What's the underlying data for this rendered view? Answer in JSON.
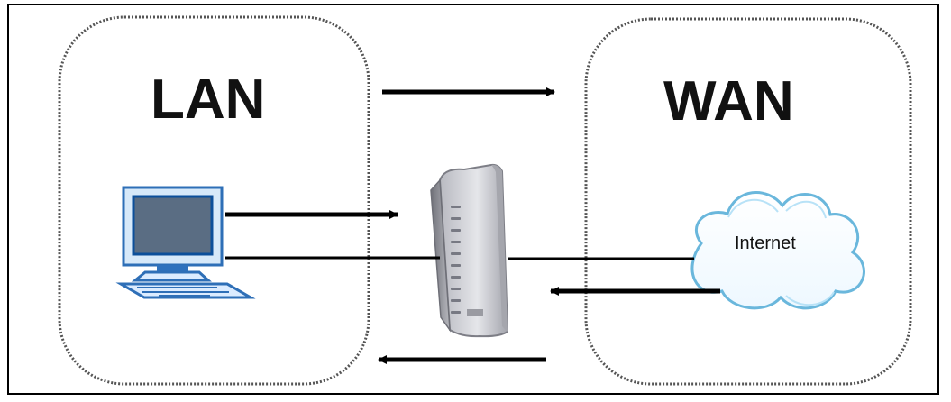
{
  "diagram": {
    "lan_label": "LAN",
    "wan_label": "WAN",
    "internet_label": "Internet"
  },
  "icons": {
    "computer": "computer-icon",
    "router": "router-icon",
    "cloud": "cloud-icon"
  },
  "colors": {
    "outline": "#000000",
    "zone_border": "#555555",
    "cloud_fill": "#ffffff",
    "cloud_stroke": "#6ab7dc",
    "computer_frame": "#cfe3f7",
    "computer_screen": "#556b84",
    "computer_screen_border": "#0c4f9a",
    "router_body": "#d9d9de",
    "router_side": "#8f9098"
  }
}
